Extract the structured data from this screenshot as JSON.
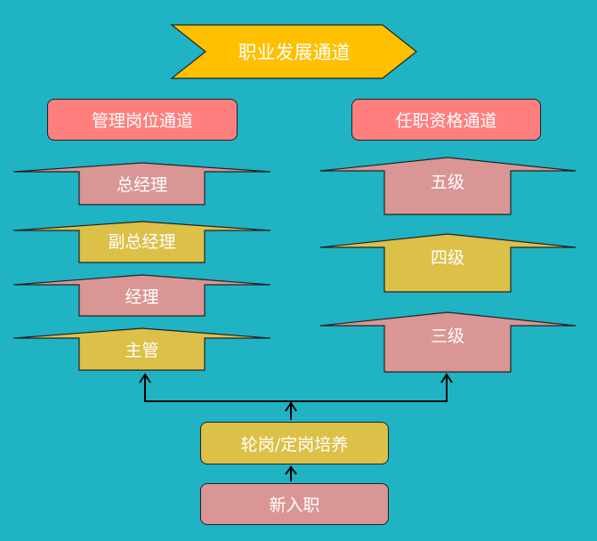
{
  "title": "职业发展通道",
  "management": {
    "header": "管理岗位通道",
    "levels": [
      "总经理",
      "副总经理",
      "经理",
      "主管"
    ]
  },
  "qualification": {
    "header": "任职资格通道",
    "levels": [
      "五级",
      "四级",
      "三级"
    ]
  },
  "rotation": "轮岗/定岗培养",
  "entry": "新入职",
  "colors": {
    "background": "#1fb3c4",
    "title_banner": "#ffc000",
    "header_box": "#ff7f7f",
    "pink_arrow": "#da9694",
    "gold_arrow": "#dcc048"
  }
}
